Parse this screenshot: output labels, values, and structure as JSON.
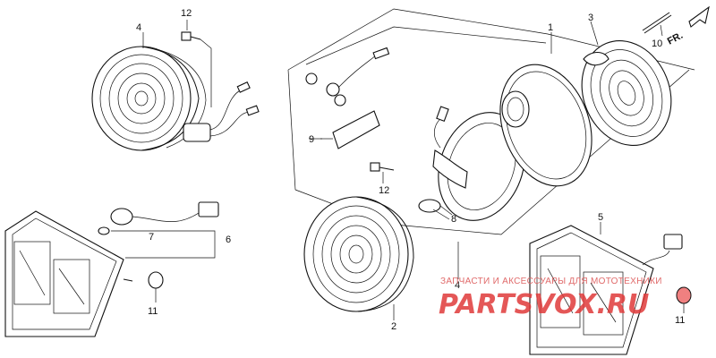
{
  "callouts": {
    "c1": "1",
    "c2": "2",
    "c3": "3",
    "c4_top": "4",
    "c4_mid": "4",
    "c5": "5",
    "c6": "6",
    "c7": "7",
    "c8": "8",
    "c9": "9",
    "c10": "10",
    "c11_left": "11",
    "c11_right": "11",
    "c12_top": "12",
    "c12_mid": "12"
  },
  "direction_label": "FR.",
  "watermark": {
    "tagline": "ЗАПЧАСТИ И АКСЕССУАРЫ ДЛЯ МОТОТЕХНИКИ",
    "brand": "PARTSVOX.RU"
  },
  "colors": {
    "line": "#111111",
    "watermark": "#e03a3a"
  }
}
